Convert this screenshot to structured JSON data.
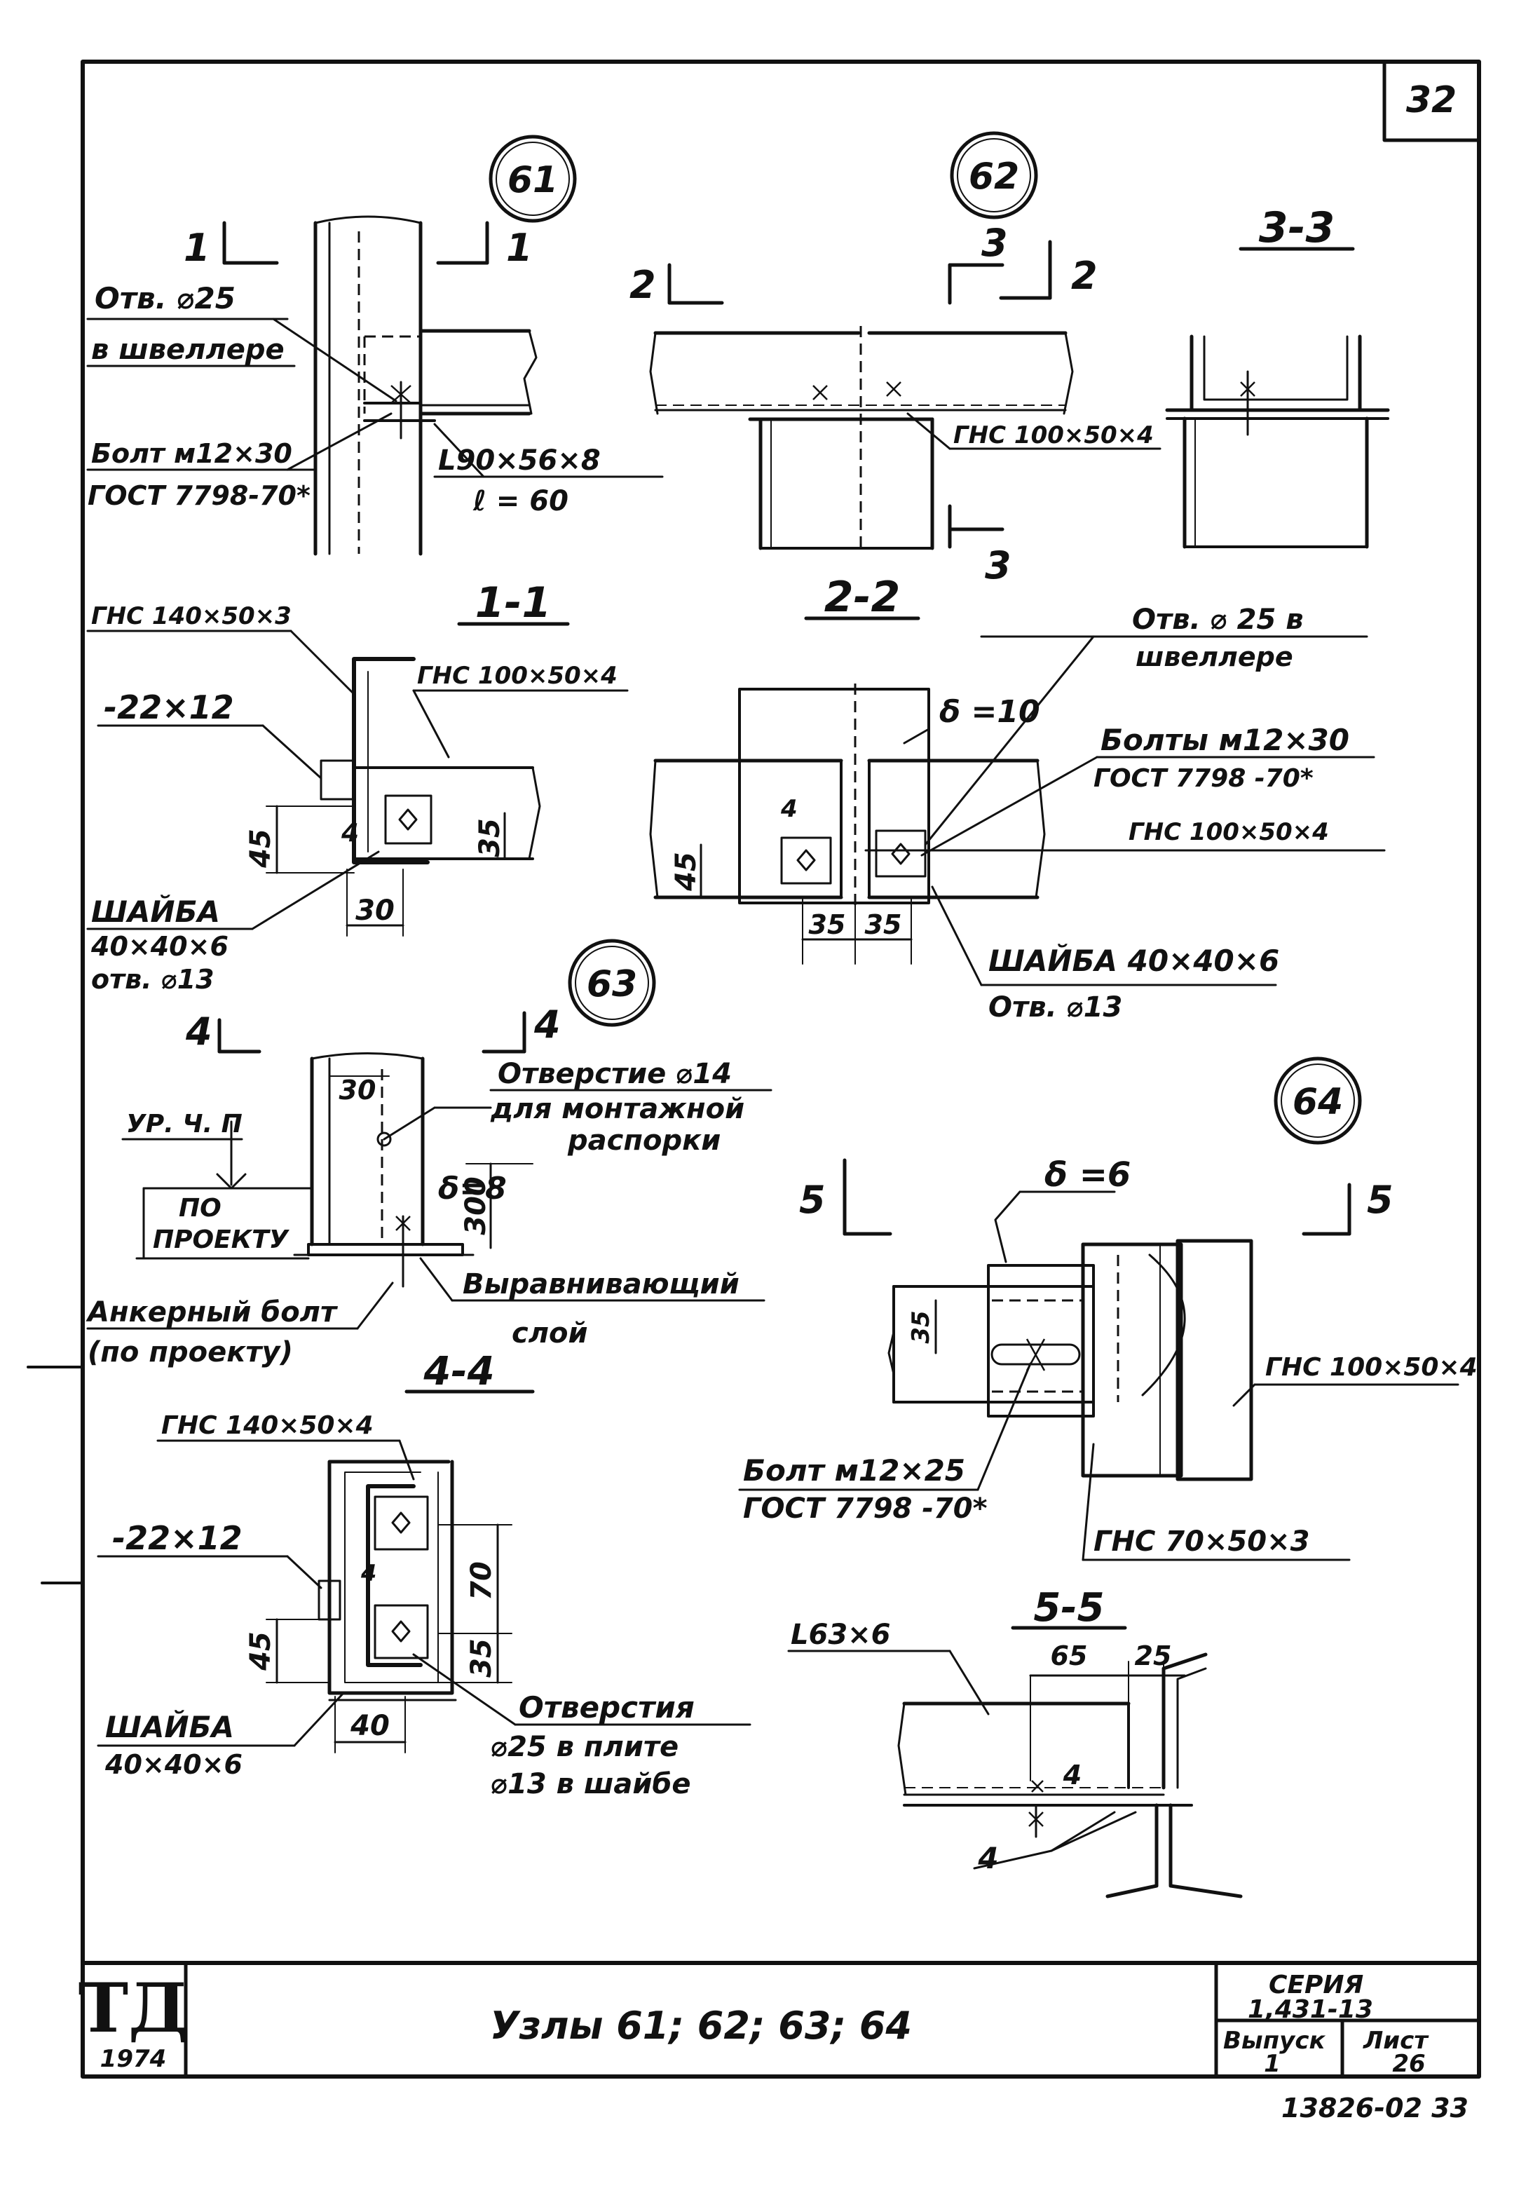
{
  "sheet": {
    "page_number": "32",
    "title": "Узлы   61;  62; 63; 64",
    "stamp_logo": "ТД",
    "stamp_year": "1974",
    "series_label": "СЕРИЯ",
    "series_value": "1,431-13",
    "issue_label": "Выпуск",
    "issue_value": "1",
    "sheet_label": "Лист",
    "sheet_value": "26",
    "archive_number": "13826-02   33"
  },
  "nodes": {
    "n61": "61",
    "n62": "62",
    "n63": "63",
    "n64": "64"
  },
  "sections": {
    "s11": "1-1",
    "s22": "2-2",
    "s33": "3-3",
    "s44": "4-4",
    "s55": "5-5",
    "m1": "1",
    "m2": "2",
    "m3": "3",
    "m4": "4",
    "m5": "5"
  },
  "labels": {
    "n61_hole_1": "Отв. ⌀25",
    "n61_hole_2": "в швеллере",
    "n61_bolt_1": "Болт  м12×30",
    "n61_bolt_2": "ГОСТ 7798-70*",
    "n61_angle_1": "L90×56×8",
    "n61_angle_2": "ℓ = 60",
    "n62_ghs": "ГНС 100×50×4",
    "s11_ghs140": "ГНС 140×50×3",
    "s11_ghs100": "ГНС 100×50×4",
    "s11_plate": "-22×12",
    "s11_washer_1": "ШАЙБА",
    "s11_washer_2": "40×40×6",
    "s11_washer_3": "отв. ⌀13",
    "s22_hole_1": "Отв. ⌀ 25  в",
    "s22_hole_2": "швеллере",
    "s22_delta": "δ =10",
    "s22_bolts_1": "Болты м12×30",
    "s22_bolts_2": "ГОСТ 7798 -70*",
    "s22_ghs": "ГНС 100×50×4",
    "s22_washer_1": "ШАЙБА 40×40×6",
    "s22_washer_2": "Отв. ⌀13",
    "n63_level": "УР. Ч. П",
    "n63_project_1": "ПО",
    "n63_project_2": "ПРОЕКТУ",
    "n63_opening_1": "Отверстие ⌀14",
    "n63_opening_2": "для  монтажной",
    "n63_opening_3": "распорки",
    "n63_delta": "δ=8",
    "n63_anchor_1": "Анкерный болт",
    "n63_anchor_2": "(по проекту)",
    "n63_layer_1": "Выравнивающий",
    "n63_layer_2": "слой",
    "s44_ghs140": "ГНС 140×50×4",
    "s44_plate": "-22×12",
    "s44_washer_1": "ШАЙБА",
    "s44_washer_2": "40×40×6",
    "s44_holes_1": "Отверстия",
    "s44_holes_2": "⌀25 в плите",
    "s44_holes_3": "⌀13  в шайбе",
    "n64_delta": "δ =6",
    "n64_ghs100": "ГНС 100×50×4",
    "n64_bolt_1": "Болт  м12×25",
    "n64_bolt_2": "ГОСТ    7798 -70*",
    "n64_ghs70": "ГНС 70×50×3",
    "s55_angle": "L63×6",
    "s55_weld_top": "4",
    "s55_weld_bottom": "4"
  },
  "dims": {
    "s11_45": "45",
    "s11_4": "4",
    "s11_35": "35",
    "s11_30": "30",
    "s22_4": "4",
    "s22_45": "45",
    "s22_35a": "35",
    "s22_35b": "35",
    "n63_30": "30",
    "n63_300": "300",
    "s44_4": "4",
    "s44_70": "70",
    "s44_45": "45",
    "s44_35": "35",
    "s44_40": "40",
    "n64_35": "35",
    "s55_65": "65",
    "s55_25": "25"
  }
}
